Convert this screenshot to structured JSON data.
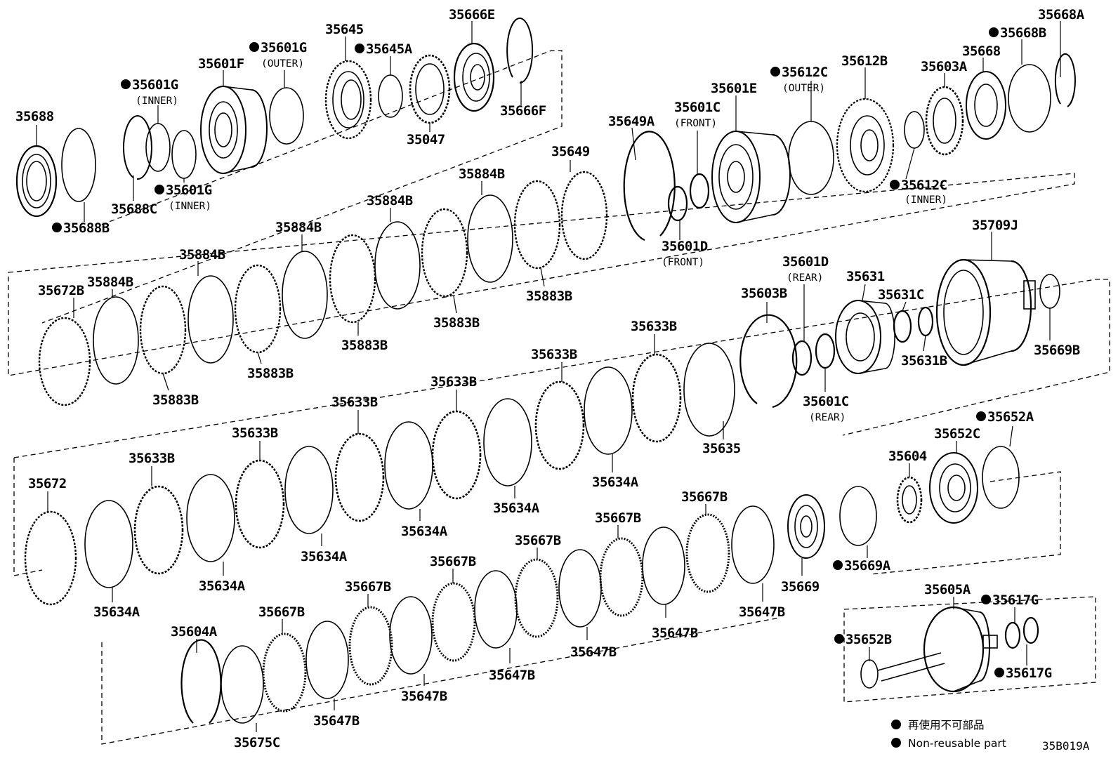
{
  "diagram": {
    "code": "35B019A",
    "legend": {
      "jp": "再使用不可部品",
      "en": "Non-reusable part"
    },
    "groups": {
      "row1": {
        "p35688": "35688",
        "p35688B": "35688B",
        "p35688C": "35688C",
        "p35601G_a": "35601G",
        "p35601G_a_sub": "(INNER)",
        "p35601G_b": "35601G",
        "p35601G_b_sub": "(INNER)",
        "p35601F": "35601F",
        "p35601G_c": "35601G",
        "p35601G_c_sub": "(OUTER)",
        "p35645": "35645",
        "p35645A": "35645A",
        "p35047": "35047",
        "p35666E": "35666E",
        "p35666F": "35666F"
      },
      "row2": {
        "p35601E": "35601E",
        "p35601C_f": "35601C",
        "p35601C_f_sub": "(FRONT)",
        "p35601D_f": "35601D",
        "p35601D_f_sub": "(FRONT)",
        "p35649A": "35649A",
        "p35612C_o": "35612C",
        "p35612C_o_sub": "(OUTER)",
        "p35612B": "35612B",
        "p35612C_i": "35612C",
        "p35612C_i_sub": "(INNER)",
        "p35603A": "35603A",
        "p35668": "35668",
        "p35668B": "35668B",
        "p35668A": "35668A",
        "p35649": "35649"
      },
      "row3": {
        "p35672B": "35672B",
        "p35884B": "35884B",
        "p35883B": "35883B"
      },
      "row4": {
        "p35709J": "35709J",
        "p35601D_r": "35601D",
        "p35601D_r_sub": "(REAR)",
        "p35631": "35631",
        "p35631C": "35631C",
        "p35631B": "35631B",
        "p35669B": "35669B",
        "p35603B": "35603B",
        "p35601C_r": "35601C",
        "p35601C_r_sub": "(REAR)",
        "p35633B": "35633B",
        "p35635": "35635",
        "p35634A": "35634A"
      },
      "row5": {
        "p35672": "35672",
        "p35652A": "35652A",
        "p35652C": "35652C",
        "p35604": "35604",
        "p35669": "35669",
        "p35669A": "35669A",
        "p35667B": "35667B",
        "p35647B": "35647B"
      },
      "row6": {
        "p35604A": "35604A",
        "p35675C": "35675C",
        "p35605A": "35605A",
        "p35617G": "35617G",
        "p35652B": "35652B"
      }
    }
  }
}
